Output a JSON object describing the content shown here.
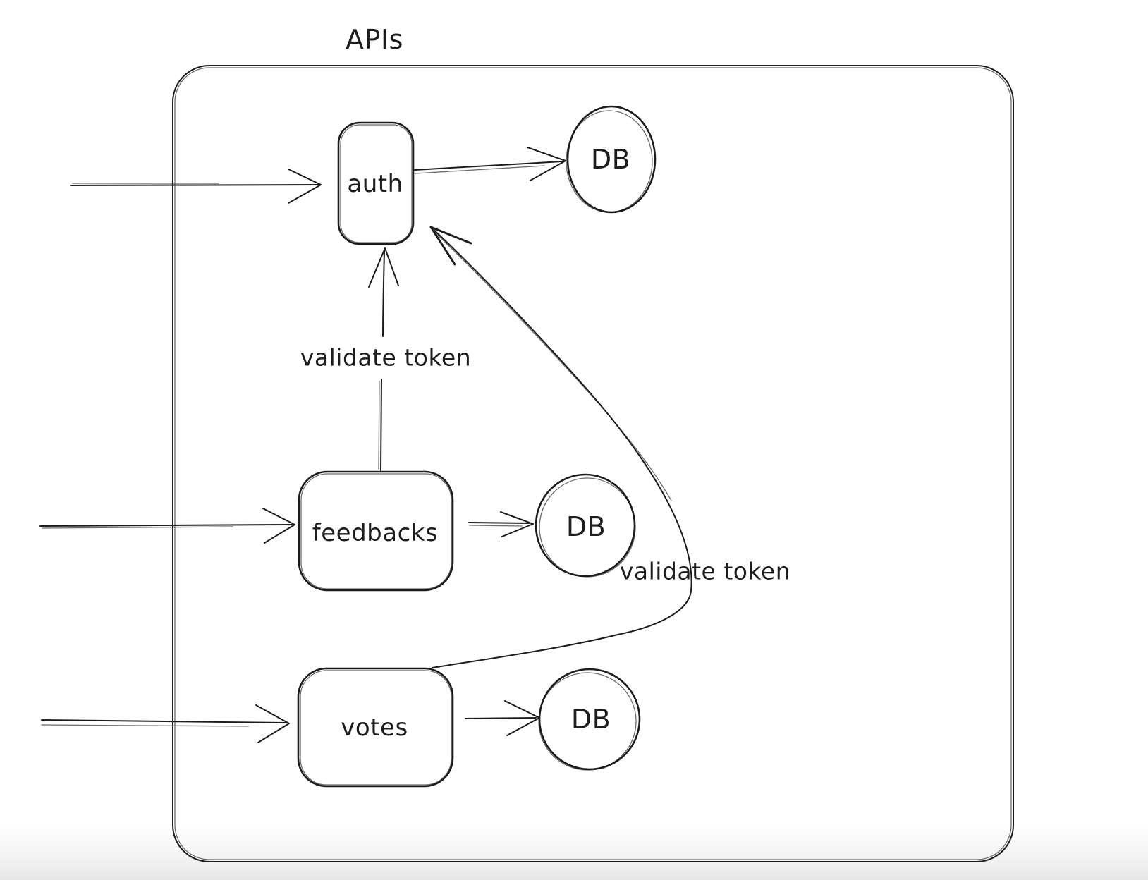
{
  "diagram": {
    "title": "APIs",
    "nodes": {
      "auth": {
        "label": "auth"
      },
      "feedbacks": {
        "label": "feedbacks"
      },
      "votes": {
        "label": "votes"
      },
      "auth_db": {
        "label": "DB"
      },
      "feedbacks_db": {
        "label": "DB"
      },
      "votes_db": {
        "label": "DB"
      }
    },
    "edges": {
      "feedbacks_to_auth": {
        "label": "validate token"
      },
      "votes_to_auth": {
        "label": "validate token"
      }
    },
    "colors": {
      "stroke": "#1c1c1c",
      "background": "#ffffff",
      "page_edge": "#e8e8e8"
    }
  }
}
